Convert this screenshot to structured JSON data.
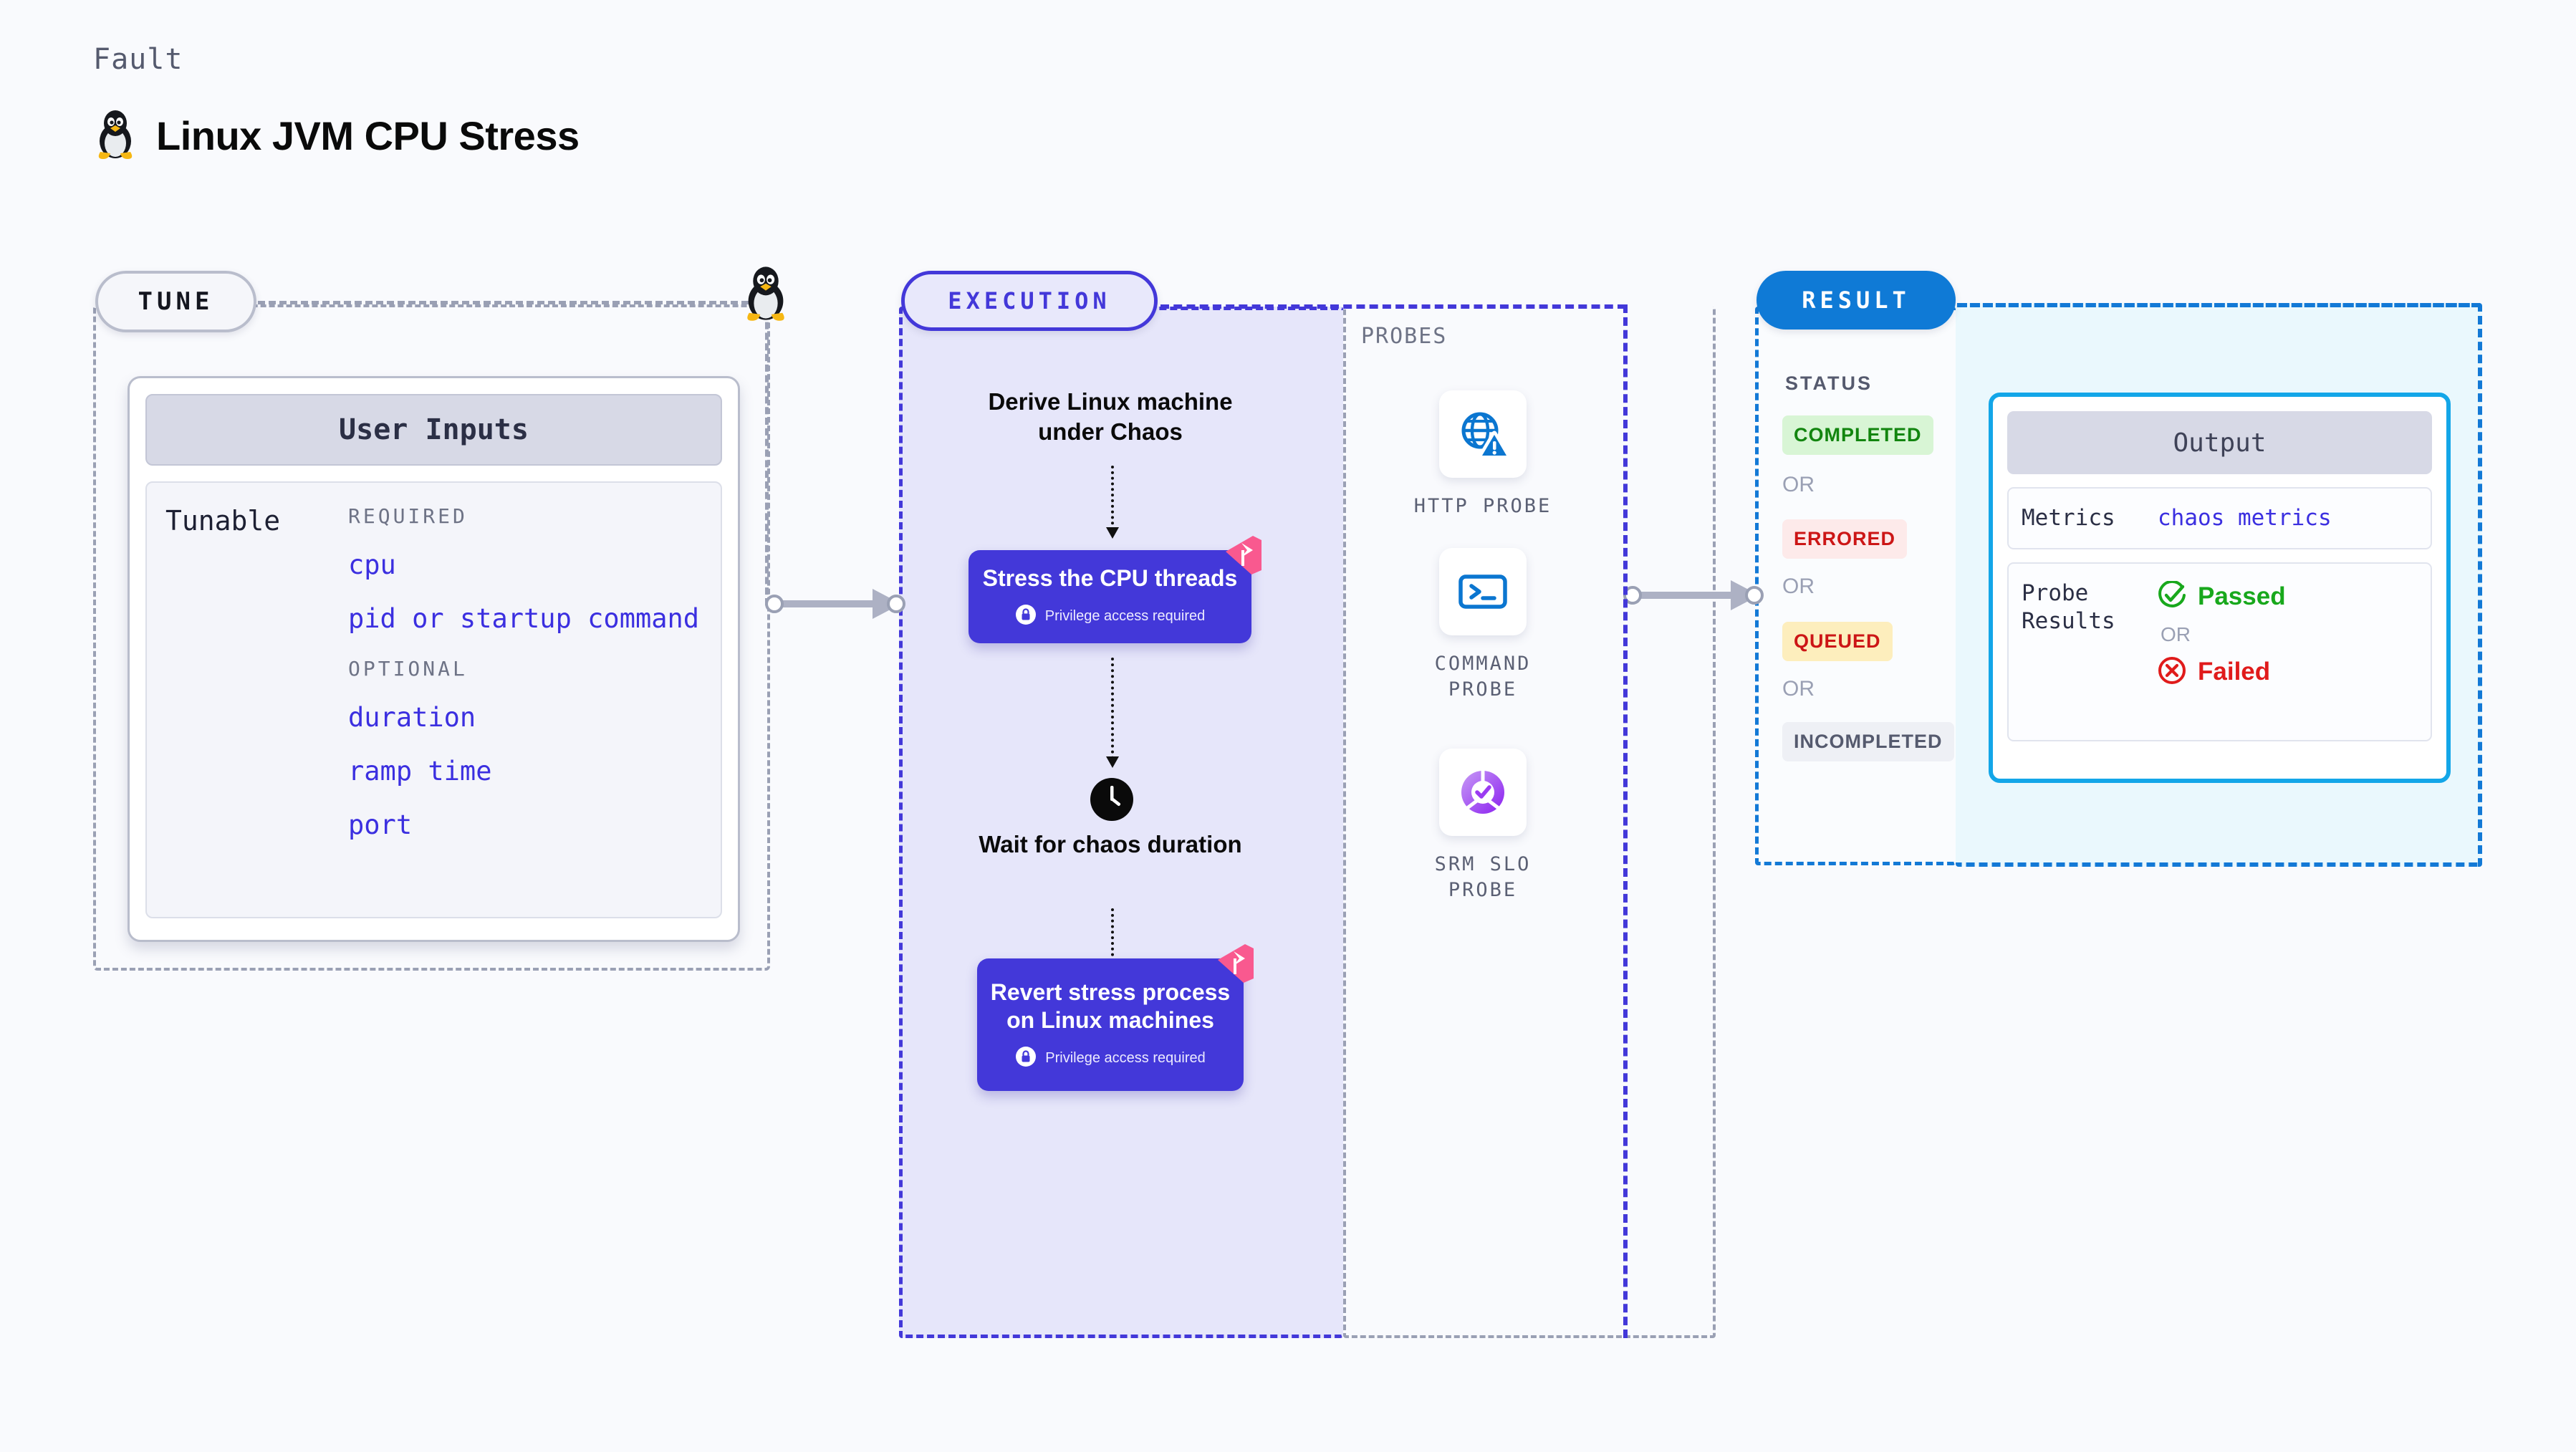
{
  "header": {
    "kicker": "Fault",
    "title": "Linux JVM CPU Stress",
    "icon": "tux-penguin-icon"
  },
  "tune": {
    "pill_label": "TUNE",
    "card": {
      "header": "User Inputs",
      "tunable_label": "Tunable",
      "groups": [
        {
          "name": "REQUIRED",
          "items": [
            "cpu",
            "pid or startup command"
          ]
        },
        {
          "name": "OPTIONAL",
          "items": [
            "duration",
            "ramp time",
            "port"
          ]
        }
      ]
    }
  },
  "execution": {
    "pill_label": "EXECUTION",
    "steps": [
      {
        "type": "text",
        "label": "Derive Linux machine under Chaos"
      },
      {
        "type": "card",
        "label": "Stress the CPU threads",
        "privilege": "Privilege access required"
      },
      {
        "type": "clock",
        "label": "Wait for chaos duration"
      },
      {
        "type": "card",
        "label": "Revert stress process on Linux machines",
        "privilege": "Privilege access required"
      }
    ]
  },
  "probes": {
    "section_label": "PROBES",
    "items": [
      {
        "name": "HTTP PROBE",
        "icon": "globe-warning-icon"
      },
      {
        "name": "COMMAND PROBE",
        "icon": "terminal-icon"
      },
      {
        "name": "SRM SLO PROBE",
        "icon": "slo-donut-check-icon"
      }
    ]
  },
  "result": {
    "pill_label": "RESULT",
    "status_label": "STATUS",
    "or_label": "OR",
    "statuses": [
      {
        "label": "COMPLETED",
        "bg": "#d8f5d5",
        "fg": "#12850f"
      },
      {
        "label": "ERRORED",
        "bg": "#fdeaea",
        "fg": "#cc1616"
      },
      {
        "label": "QUEUED",
        "bg": "#fdeebd",
        "fg": "#cc1616"
      },
      {
        "label": "INCOMPLETED",
        "bg": "#eef0f5",
        "fg": "#555a6e"
      }
    ],
    "output": {
      "header": "Output",
      "metrics_key": "Metrics",
      "metrics_value": "chaos metrics",
      "probe_key": "Probe Results",
      "passed_label": "Passed",
      "failed_label": "Failed",
      "or_label": "OR"
    }
  },
  "colors": {
    "background": "#f9fafd",
    "indigo": "#4338d9",
    "blue": "#0f7ad6",
    "cyan_border": "#13a6e8",
    "pink_flag": "#f9598f",
    "gray_dash": "#9aa0b4"
  }
}
